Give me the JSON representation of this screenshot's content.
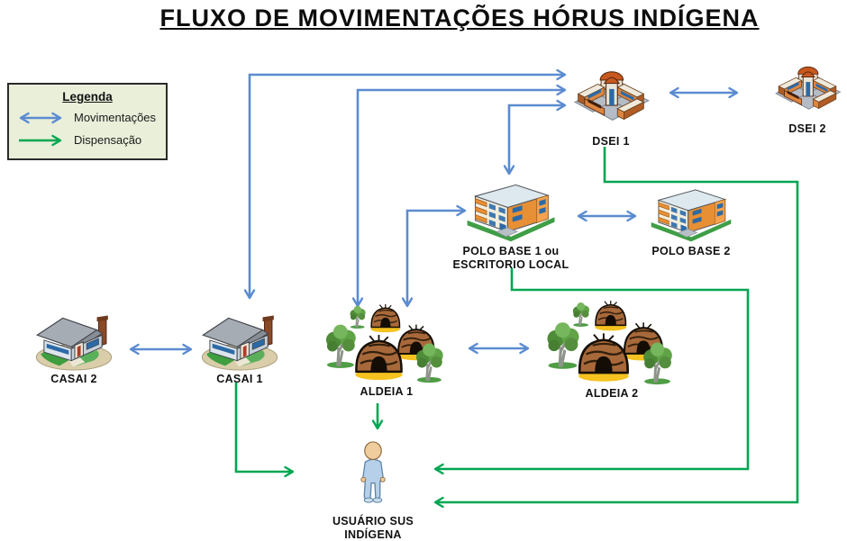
{
  "title": "FLUXO DE MOVIMENTAÇÕES HÓRUS INDÍGENA",
  "legend": {
    "title": "Legenda",
    "items": [
      {
        "label": "Movimentações",
        "type": "double-arrow",
        "color": "#5b8bd0"
      },
      {
        "label": "Dispensação",
        "type": "arrow",
        "color": "#00a651"
      }
    ]
  },
  "colors": {
    "movimentacoes_arrow": "#5b8bd0",
    "dispensacao_arrow": "#00a651",
    "legend_background": "#e9efd9"
  },
  "nodes": {
    "dsei1": {
      "label": "DSEI 1",
      "icon": "health-district-building"
    },
    "dsei2": {
      "label": "DSEI 2",
      "icon": "health-district-building"
    },
    "polo1": {
      "line1": "POLO BASE 1 ou",
      "line2": "ESCRITORIO LOCAL",
      "icon": "office-building"
    },
    "polo2": {
      "label": "POLO BASE 2",
      "icon": "office-building"
    },
    "casai2": {
      "label": "CASAI 2",
      "icon": "house"
    },
    "casai1": {
      "label": "CASAI 1",
      "icon": "house"
    },
    "aldeia1": {
      "label": "ALDEIA 1",
      "icon": "village-huts"
    },
    "aldeia2": {
      "label": "ALDEIA 2",
      "icon": "village-huts"
    },
    "usuario": {
      "line1": "USUÁRIO SUS",
      "line2": "INDÍGENA",
      "icon": "person"
    }
  },
  "edges": [
    {
      "from": "CASAI 1",
      "to": "DSEI 1",
      "type": "movimentacao",
      "bidirectional": true
    },
    {
      "from": "ALDEIA 1",
      "to": "DSEI 1",
      "type": "movimentacao",
      "bidirectional": true
    },
    {
      "from": "DSEI 1",
      "to": "POLO BASE 1 ou ESCRITORIO LOCAL",
      "type": "movimentacao",
      "bidirectional": true
    },
    {
      "from": "POLO BASE 1 ou ESCRITORIO LOCAL",
      "to": "ALDEIA 1",
      "type": "movimentacao",
      "bidirectional": true
    },
    {
      "from": "DSEI 1",
      "to": "DSEI 2",
      "type": "movimentacao",
      "bidirectional": true
    },
    {
      "from": "POLO BASE 1 ou ESCRITORIO LOCAL",
      "to": "POLO BASE 2",
      "type": "movimentacao",
      "bidirectional": true
    },
    {
      "from": "CASAI 2",
      "to": "CASAI 1",
      "type": "movimentacao",
      "bidirectional": true
    },
    {
      "from": "ALDEIA 1",
      "to": "ALDEIA 2",
      "type": "movimentacao",
      "bidirectional": true
    },
    {
      "from": "DSEI 1",
      "to": "USUÁRIO SUS INDÍGENA",
      "type": "dispensacao",
      "bidirectional": false
    },
    {
      "from": "POLO BASE 1 ou ESCRITORIO LOCAL",
      "to": "USUÁRIO SUS INDÍGENA",
      "type": "dispensacao",
      "bidirectional": false
    },
    {
      "from": "ALDEIA 1",
      "to": "USUÁRIO SUS INDÍGENA",
      "type": "dispensacao",
      "bidirectional": false
    },
    {
      "from": "CASAI 1",
      "to": "USUÁRIO SUS INDÍGENA",
      "type": "dispensacao",
      "bidirectional": false
    }
  ]
}
